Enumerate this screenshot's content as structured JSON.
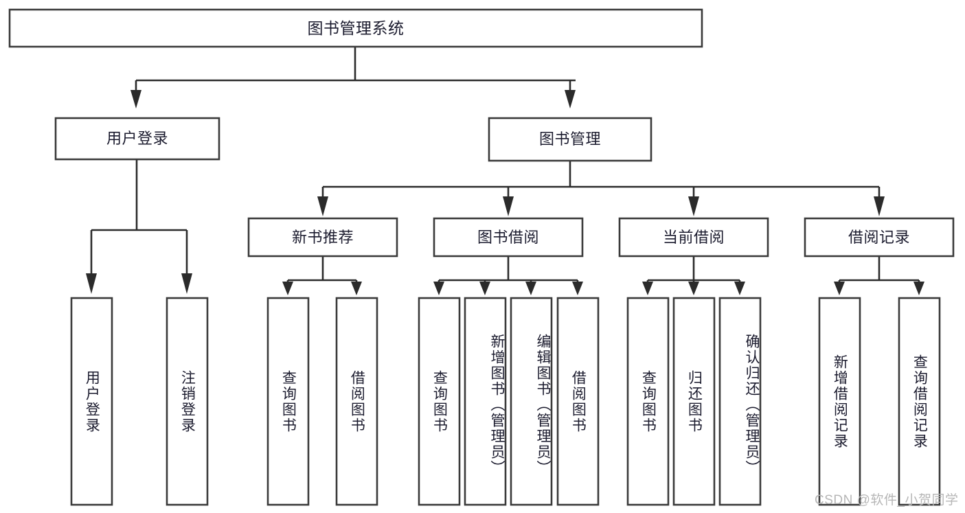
{
  "diagram": {
    "type": "tree-hierarchy-flowchart",
    "title": "图书管理系统",
    "orientation": "top-down",
    "root": {
      "id": "root",
      "label": "图书管理系统",
      "text_direction": "horizontal"
    },
    "level2": [
      {
        "id": "user-login",
        "label": "用户登录",
        "text_direction": "horizontal"
      },
      {
        "id": "book-manage",
        "label": "图书管理",
        "text_direction": "horizontal"
      }
    ],
    "level3": [
      {
        "id": "new-book-recommend",
        "label": "新书推荐",
        "parent": "book-manage",
        "text_direction": "horizontal"
      },
      {
        "id": "book-borrow",
        "label": "图书借阅",
        "parent": "book-manage",
        "text_direction": "horizontal"
      },
      {
        "id": "current-borrow",
        "label": "当前借阅",
        "parent": "book-manage",
        "text_direction": "horizontal"
      },
      {
        "id": "borrow-record",
        "label": "借阅记录",
        "parent": "book-manage",
        "text_direction": "horizontal"
      }
    ],
    "leaves": [
      {
        "id": "leaf-user-login",
        "label": "用户登录",
        "parent": "user-login",
        "text_direction": "vertical"
      },
      {
        "id": "leaf-logout-login",
        "label": "注销登录",
        "parent": "user-login",
        "text_direction": "vertical"
      },
      {
        "id": "leaf-query-book-1",
        "label": "查询图书",
        "parent": "new-book-recommend",
        "text_direction": "vertical"
      },
      {
        "id": "leaf-borrow-book-1",
        "label": "借阅图书",
        "parent": "new-book-recommend",
        "text_direction": "vertical"
      },
      {
        "id": "leaf-query-book-2",
        "label": "查询图书",
        "parent": "book-borrow",
        "text_direction": "vertical"
      },
      {
        "id": "leaf-add-book",
        "label": "新增图书（管理员）",
        "parent": "book-borrow",
        "text_direction": "vertical"
      },
      {
        "id": "leaf-edit-book",
        "label": "编辑图书（管理员）",
        "parent": "book-borrow",
        "text_direction": "vertical"
      },
      {
        "id": "leaf-borrow-book-2",
        "label": "借阅图书",
        "parent": "book-borrow",
        "text_direction": "vertical"
      },
      {
        "id": "leaf-query-book-3",
        "label": "查询图书",
        "parent": "current-borrow",
        "text_direction": "vertical"
      },
      {
        "id": "leaf-return-book",
        "label": "归还图书",
        "parent": "current-borrow",
        "text_direction": "vertical"
      },
      {
        "id": "leaf-confirm-return",
        "label": "确认归还（管理员）",
        "parent": "current-borrow",
        "text_direction": "vertical"
      },
      {
        "id": "leaf-add-record",
        "label": "新增借阅记录",
        "parent": "borrow-record",
        "text_direction": "vertical"
      },
      {
        "id": "leaf-query-record",
        "label": "查询借阅记录",
        "parent": "borrow-record",
        "text_direction": "vertical"
      }
    ],
    "colors": {
      "background": "#ffffff",
      "node_fill": "#ffffff",
      "node_stroke": "#3a3a3a",
      "edge": "#2b2b2b",
      "text": "#1b1b2e",
      "watermark": "#b6b6b6"
    }
  },
  "watermark": {
    "text": "CSDN @软件_小贺同学"
  }
}
